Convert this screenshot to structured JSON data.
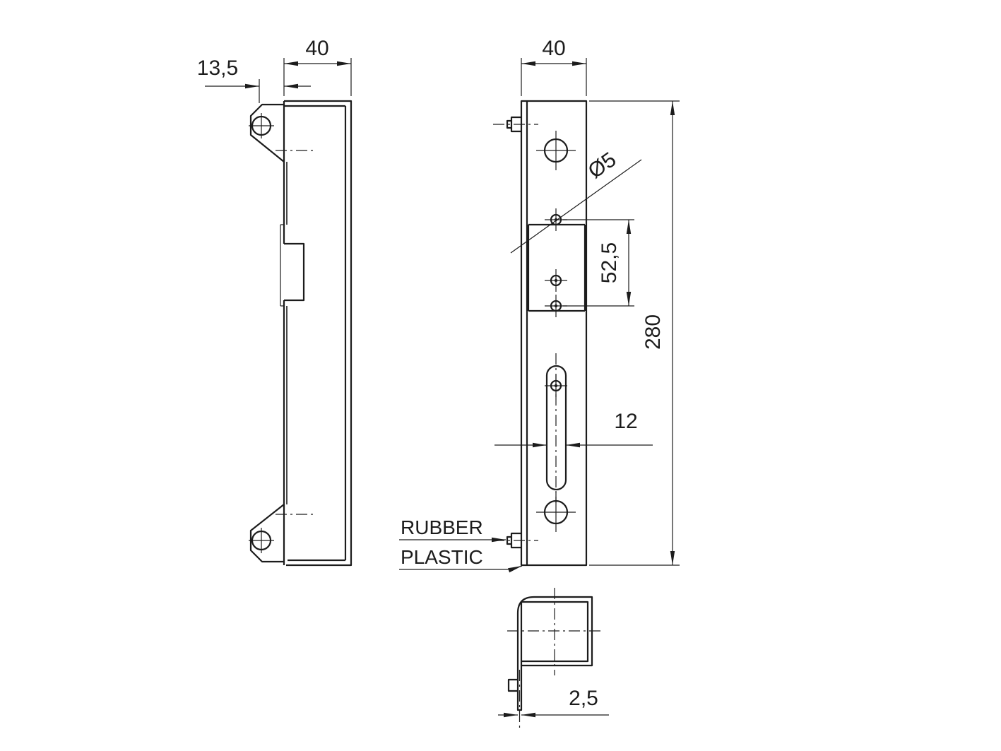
{
  "drawing": {
    "background": "#ffffff",
    "line_color": "#1c1c1c",
    "dimensions": {
      "side_width": "40",
      "side_offset": "13,5",
      "front_width": "40",
      "hole_diameter": "Ø5",
      "hole_spacing": "52,5",
      "total_height": "280",
      "slot_width": "12",
      "material_thickness": "2,5"
    },
    "labels": {
      "rubber": "RUBBER",
      "plastic": "PLASTIC"
    }
  }
}
